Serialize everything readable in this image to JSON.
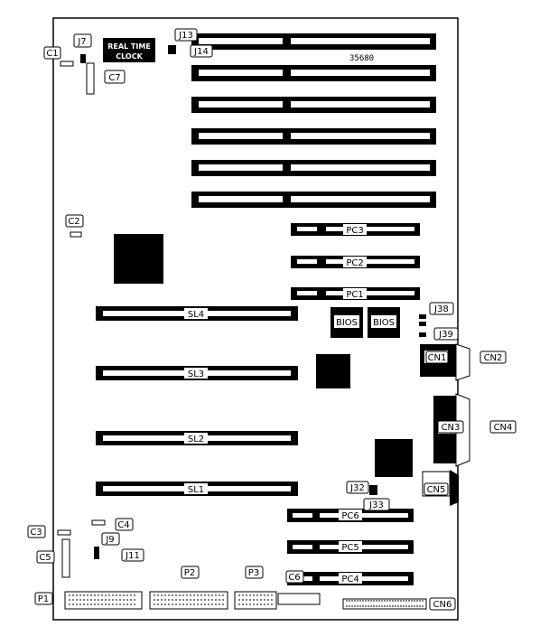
{
  "board": {
    "part_number": "35680",
    "rtc_line1": "REAL TIME",
    "rtc_line2": "CLOCK"
  },
  "slots": {
    "sl1": "SL1",
    "sl2": "SL2",
    "sl3": "SL3",
    "sl4": "SL4",
    "pc1": "PC1",
    "pc2": "PC2",
    "pc3": "PC3",
    "pc4": "PC4",
    "pc5": "PC5",
    "pc6": "PC6"
  },
  "chips": {
    "bios1": "BIOS",
    "bios2": "BIOS"
  },
  "callouts": {
    "c1": "C1",
    "c2": "C2",
    "c3": "C3",
    "c4": "C4",
    "c5": "C5",
    "c6": "C6",
    "c7": "C7",
    "j7": "J7",
    "j9": "J9",
    "j11": "J11",
    "j13": "J13",
    "j14": "J14",
    "j32": "J32",
    "j33": "J33",
    "j38": "J38",
    "j39": "J39",
    "cn1": "CN1",
    "cn2": "CN2",
    "cn3": "CN3",
    "cn4": "CN4",
    "cn5": "CN5",
    "cn6": "CN6",
    "p1": "P1",
    "p2": "P2",
    "p3": "P3"
  }
}
